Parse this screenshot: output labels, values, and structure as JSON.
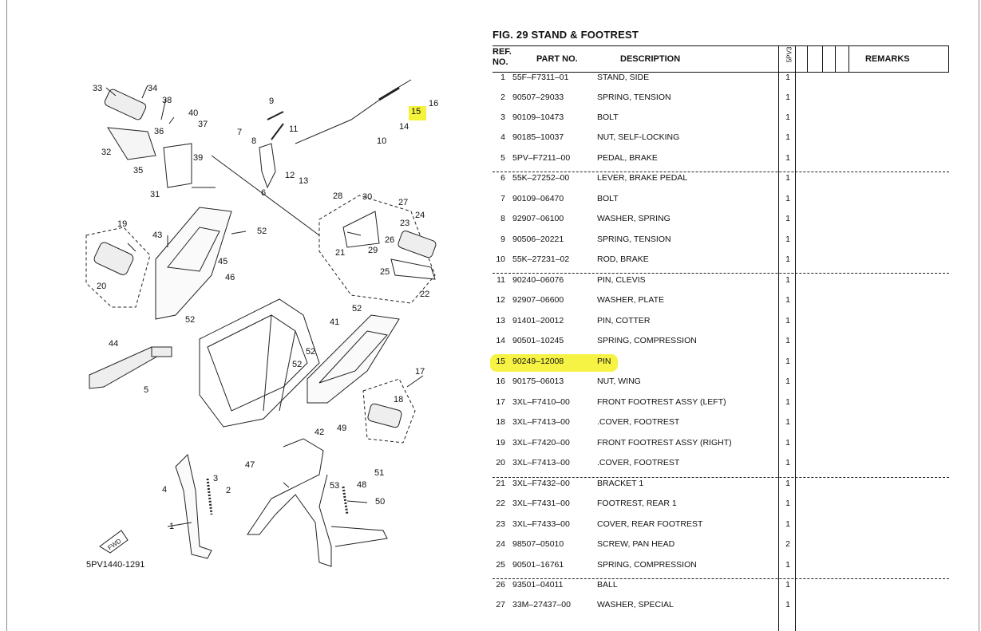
{
  "figure": {
    "title": "FIG.  29  STAND & FOOTREST",
    "code": "5PV1440-1291"
  },
  "table": {
    "headers": {
      "ref_no_line1": "REF.",
      "ref_no_line2": "NO.",
      "part_no": "PART NO.",
      "description": "DESCRIPTION",
      "model": "5PV3",
      "remarks": "REMARKS"
    },
    "rows": [
      {
        "ref": "1",
        "part": "55F–F7311–01",
        "desc": "STAND, SIDE",
        "qty": "1"
      },
      {
        "ref": "2",
        "part": "90507–29033",
        "desc": "SPRING, TENSION",
        "qty": "1"
      },
      {
        "ref": "3",
        "part": "90109–10473",
        "desc": "BOLT",
        "qty": "1"
      },
      {
        "ref": "4",
        "part": "90185–10037",
        "desc": "NUT, SELF-LOCKING",
        "qty": "1"
      },
      {
        "ref": "5",
        "part": "5PV–F7211–00",
        "desc": "PEDAL, BRAKE",
        "qty": "1"
      },
      {
        "ref": "6",
        "part": "55K–27252–00",
        "desc": "LEVER, BRAKE PEDAL",
        "qty": "1"
      },
      {
        "ref": "7",
        "part": "90109–06470",
        "desc": "BOLT",
        "qty": "1"
      },
      {
        "ref": "8",
        "part": "92907–06100",
        "desc": "WASHER, SPRING",
        "qty": "1"
      },
      {
        "ref": "9",
        "part": "90506–20221",
        "desc": "SPRING, TENSION",
        "qty": "1"
      },
      {
        "ref": "10",
        "part": "55K–27231–02",
        "desc": "ROD, BRAKE",
        "qty": "1"
      },
      {
        "ref": "11",
        "part": "90240–06076",
        "desc": "PIN, CLEVIS",
        "qty": "1"
      },
      {
        "ref": "12",
        "part": "92907–06600",
        "desc": "WASHER, PLATE",
        "qty": "1"
      },
      {
        "ref": "13",
        "part": "91401–20012",
        "desc": "PIN, COTTER",
        "qty": "1"
      },
      {
        "ref": "14",
        "part": "90501–10245",
        "desc": "SPRING, COMPRESSION",
        "qty": "1"
      },
      {
        "ref": "15",
        "part": "90249–12008",
        "desc": "PIN",
        "qty": "1"
      },
      {
        "ref": "16",
        "part": "90175–06013",
        "desc": "NUT, WING",
        "qty": "1"
      },
      {
        "ref": "17",
        "part": "3XL–F7410–00",
        "desc": "FRONT FOOTREST ASSY (LEFT)",
        "qty": "1"
      },
      {
        "ref": "18",
        "part": "3XL–F7413–00",
        "desc": ".COVER, FOOTREST",
        "qty": "1"
      },
      {
        "ref": "19",
        "part": "3XL–F7420–00",
        "desc": "FRONT FOOTREST ASSY (RIGHT)",
        "qty": "1"
      },
      {
        "ref": "20",
        "part": "3XL–F7413–00",
        "desc": ".COVER, FOOTREST",
        "qty": "1"
      },
      {
        "ref": "21",
        "part": "3XL–F7432–00",
        "desc": "BRACKET 1",
        "qty": "1"
      },
      {
        "ref": "22",
        "part": "3XL–F7431–00",
        "desc": "FOOTREST, REAR 1",
        "qty": "1"
      },
      {
        "ref": "23",
        "part": "3XL–F7433–00",
        "desc": "COVER, REAR FOOTREST",
        "qty": "1"
      },
      {
        "ref": "24",
        "part": "98507–05010",
        "desc": "SCREW, PAN HEAD",
        "qty": "2"
      },
      {
        "ref": "25",
        "part": "90501–16761",
        "desc": "SPRING, COMPRESSION",
        "qty": "1"
      },
      {
        "ref": "26",
        "part": "93501–04011",
        "desc": "BALL",
        "qty": "1"
      },
      {
        "ref": "27",
        "part": "33M–27437–00",
        "desc": "WASHER, SPECIAL",
        "qty": "1"
      }
    ]
  },
  "diagram_labels": {
    "l1": "1",
    "l2": "2",
    "l3": "3",
    "l4": "4",
    "l5": "5",
    "l6": "6",
    "l7": "7",
    "l8": "8",
    "l9": "9",
    "l10": "10",
    "l11": "11",
    "l12": "12",
    "l13": "13",
    "l14": "14",
    "l15": "15",
    "l16": "16",
    "l17": "17",
    "l18": "18",
    "l19": "19",
    "l20": "20",
    "l21": "21",
    "l22": "22",
    "l23": "23",
    "l24": "24",
    "l25": "25",
    "l26": "26",
    "l27": "27",
    "l28": "28",
    "l29": "29",
    "l30": "30",
    "l31": "31",
    "l32": "32",
    "l33": "33",
    "l34": "34",
    "l35": "35",
    "l36": "36",
    "l37": "37",
    "l38": "38",
    "l39": "39",
    "l40": "40",
    "l41": "41",
    "l42": "42",
    "l43": "43",
    "l44": "44",
    "l45": "45",
    "l46": "46",
    "l47": "47",
    "l48": "48",
    "l49": "49",
    "l50": "50",
    "l51": "51",
    "l52a": "52",
    "l52b": "52",
    "l52c": "52",
    "l52d": "52",
    "l53": "53",
    "fwd": "FWD"
  },
  "highlight_color": "#f5f23a"
}
